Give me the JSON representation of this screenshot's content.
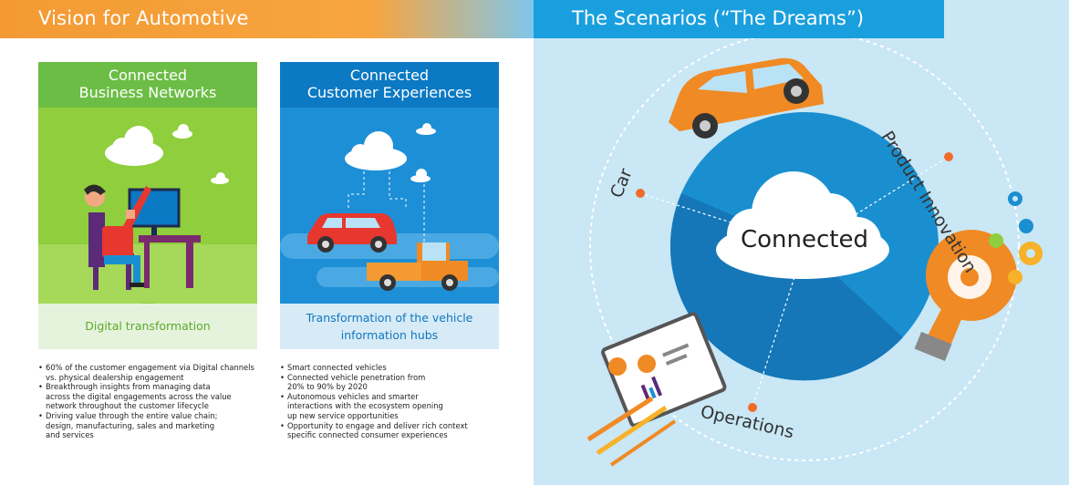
{
  "left": {
    "title": "Vision for Automotive",
    "card1": {
      "title_line1": "Connected",
      "title_line2": "Business Networks",
      "footer": "Digital transformation",
      "bullets": [
        "60% of the customer engagement via Digital channels",
        "vs. physical dealership engagement",
        "Breakthrough insights from managing data",
        "across the digital engagements across the value",
        "network throughout the customer lifecycle",
        "Driving value through the entire value chain;",
        "design, manufacturing, sales and marketing",
        "and services"
      ]
    },
    "card2": {
      "title_line1": "Connected",
      "title_line2": "Customer Experiences",
      "footer_line1": "Transformation of the vehicle",
      "footer_line2": "information hubs",
      "bullets": [
        "Smart connected vehicles",
        "Connected vehicle penetration from",
        "20% to 90% by 2020",
        "Autonomous vehicles and smarter",
        "interactions with the ecosystem opening",
        "up new service opportunities",
        "Opportunity to engage and deliver rich context",
        "specific connected consumer experiences"
      ]
    }
  },
  "right": {
    "title": "The Scenarios (“The Dreams”)",
    "center": "Connected",
    "labels": {
      "car": "Car",
      "product": "Product Innovation",
      "operations": "Operations"
    }
  },
  "colors": {
    "orange": "#f39a33",
    "blue": "#1a9fde",
    "green": "#6cbd45",
    "dark_blue": "#0b79c3",
    "circle": "#1a8fd0"
  }
}
